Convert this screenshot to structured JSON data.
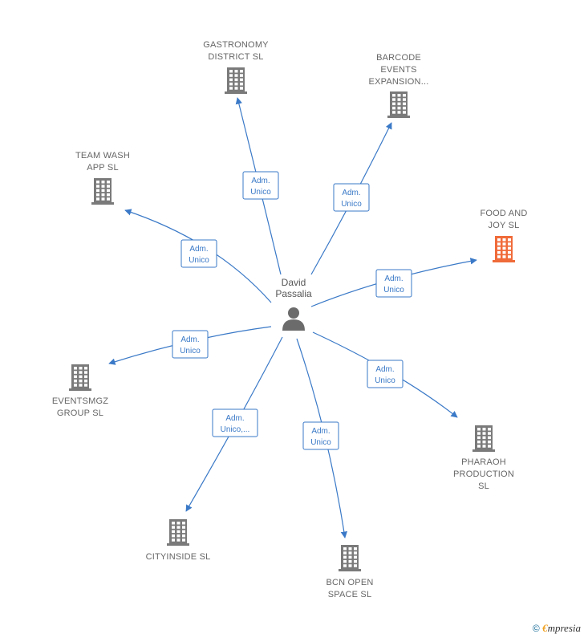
{
  "colors": {
    "edge": "#3a79c7",
    "building": "#7a7a7a",
    "building_highlight": "#f06b3a",
    "person": "#6b6b6b"
  },
  "center": {
    "name_lines": [
      "David",
      "Passalia"
    ],
    "icon": "person-icon"
  },
  "companies": [
    {
      "id": "gastronomy",
      "lines": [
        "GASTRONOMY",
        "DISTRICT  SL"
      ],
      "highlight": false
    },
    {
      "id": "barcode",
      "lines": [
        "BARCODE",
        "EVENTS",
        "EXPANSION..."
      ],
      "highlight": false
    },
    {
      "id": "teamwash",
      "lines": [
        "TEAM WASH",
        "APP  SL"
      ],
      "highlight": false
    },
    {
      "id": "foodjoy",
      "lines": [
        "FOOD AND",
        "JOY  SL"
      ],
      "highlight": true
    },
    {
      "id": "eventsmgz",
      "lines": [
        "EVENTSMGZ",
        "GROUP  SL"
      ],
      "highlight": false
    },
    {
      "id": "pharaoh",
      "lines": [
        "PHARAOH",
        "PRODUCTION",
        "SL"
      ],
      "highlight": false
    },
    {
      "id": "cityinside",
      "lines": [
        "CITYINSIDE SL"
      ],
      "highlight": false
    },
    {
      "id": "bcnopen",
      "lines": [
        "BCN OPEN",
        "SPACE  SL"
      ],
      "highlight": false
    }
  ],
  "edges": [
    {
      "to": "gastronomy",
      "lines": [
        "Adm.",
        "Unico"
      ]
    },
    {
      "to": "barcode",
      "lines": [
        "Adm.",
        "Unico"
      ]
    },
    {
      "to": "teamwash",
      "lines": [
        "Adm.",
        "Unico"
      ]
    },
    {
      "to": "foodjoy",
      "lines": [
        "Adm.",
        "Unico"
      ]
    },
    {
      "to": "eventsmgz",
      "lines": [
        "Adm.",
        "Unico"
      ]
    },
    {
      "to": "pharaoh",
      "lines": [
        "Adm.",
        "Unico"
      ]
    },
    {
      "to": "cityinside",
      "lines": [
        "Adm.",
        "Unico,..."
      ]
    },
    {
      "to": "bcnopen",
      "lines": [
        "Adm.",
        "Unico"
      ]
    }
  ],
  "footer": {
    "symbol": "©",
    "brand_initial": "€",
    "brand_rest": "mpresia"
  }
}
